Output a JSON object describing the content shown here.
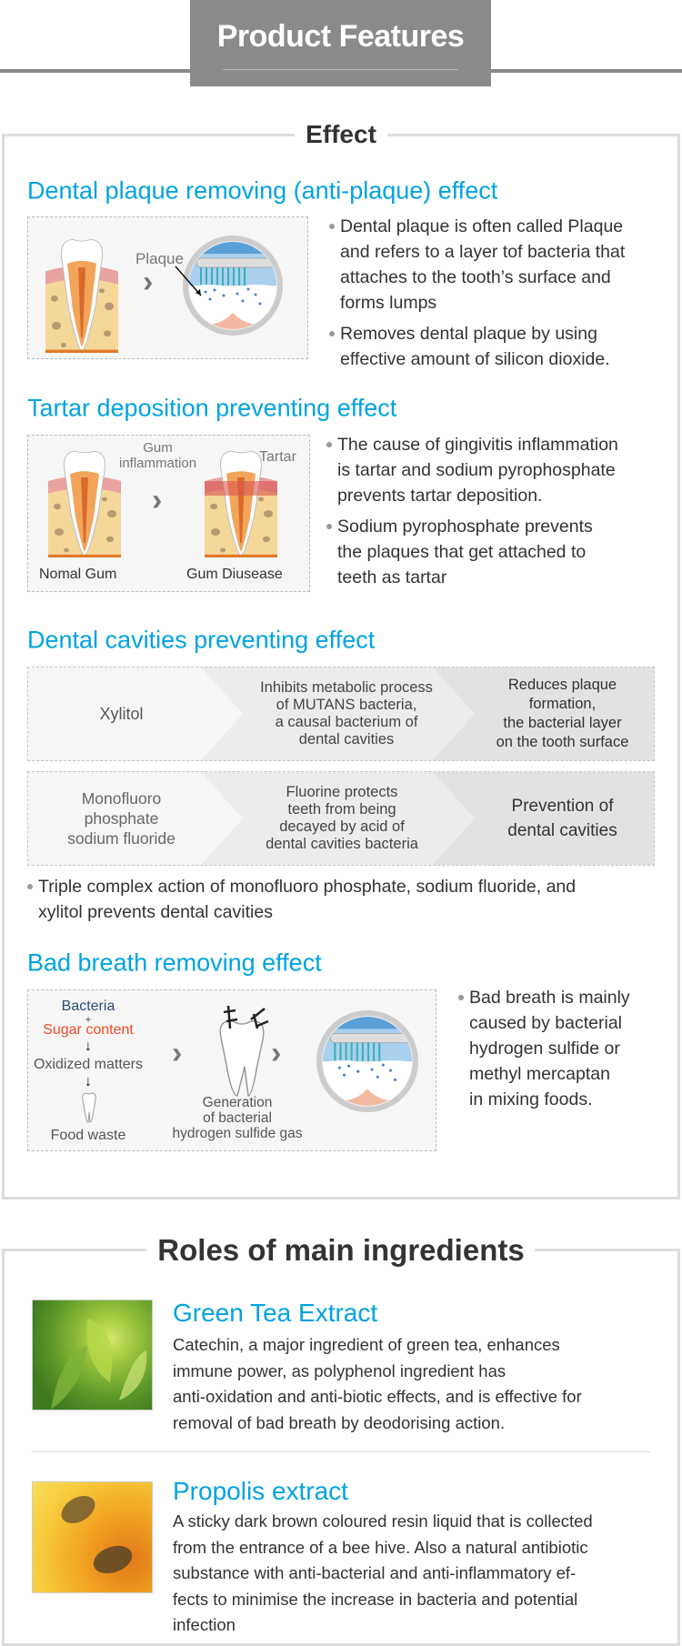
{
  "header": {
    "title": "Product Features"
  },
  "effect": {
    "title": "Effect",
    "plaque": {
      "heading": "Dental plaque removing (anti-plaque) effect",
      "label": "Plaque",
      "bullets": [
        [
          "Dental plaque is often called Plaque",
          "and refers to a layer tof bacteria that",
          "attaches to the tooth’s surface and",
          "forms lumps"
        ],
        [
          "Removes dental plaque by using",
          "effective amount of silicon dioxide."
        ]
      ]
    },
    "tartar": {
      "heading": "Tartar deposition preventing effect",
      "gum_label": [
        "Gum",
        "inflammation"
      ],
      "tartar_label": "Tartar",
      "normal": "Nomal Gum",
      "disease": "Gum Diusease",
      "bullets": [
        [
          "The cause of gingivitis inflammation",
          "is tartar and sodium pyrophosphate",
          "prevents tartar deposition."
        ],
        [
          "Sodium pyrophosphate prevents",
          "the plaques that get attached to",
          "teeth as tartar"
        ]
      ]
    },
    "cavities": {
      "heading": "Dental cavities preventing effect",
      "rows": [
        {
          "a": "Xylitol",
          "b": [
            "Inhibits metabolic process",
            "of MUTANS bacteria,",
            "a causal bacterium of",
            "dental cavities"
          ],
          "c": [
            "Reduces plaque",
            "formation,",
            "the bacterial layer",
            "on the tooth surface"
          ]
        },
        {
          "a": [
            "Monofluoro",
            "phosphate",
            "sodium fluoride"
          ],
          "b": [
            "Fluorine protects",
            "teeth from being",
            "decayed by acid of",
            "dental cavities bacteria"
          ],
          "c": [
            "Prevention of",
            "dental cavities"
          ]
        }
      ],
      "note": [
        "Triple complex action of monofluoro phosphate, sodium fluoride, and",
        "xylitol prevents dental cavities"
      ]
    },
    "breath": {
      "heading": "Bad breath removing effect",
      "bacteria": "Bacteria",
      "plus": "+",
      "sugar": "Sugar content",
      "oxidized": "Oxidized matters",
      "food": "Food waste",
      "gen": [
        "Generation",
        "of bacterial",
        "hydrogen sulfide gas"
      ],
      "bullet": [
        "Bad breath is mainly",
        "caused by bacterial",
        "hydrogen sulfide or",
        "methyl mercaptan",
        "in mixing foods."
      ]
    }
  },
  "roles": {
    "title": "Roles of main ingredients",
    "items": [
      {
        "name": "Green Tea Extract",
        "desc": [
          "Catechin, a major ingredient of green tea, enhances",
          "immune power, as polyphenol ingredient has",
          "anti-oxidation and anti-biotic effects, and is effective for",
          "removal of bad breath by deodorising action."
        ]
      },
      {
        "name": "Propolis extract",
        "desc": [
          "A sticky dark brown coloured resin liquid that is collected",
          "from the entrance of a bee hive. Also a natural antibiotic",
          "substance with anti-bacterial and anti-inflammatory ef-",
          "fects to minimise the increase in bacteria and potential",
          "infection"
        ]
      }
    ]
  },
  "colors": {
    "accent": "#00a3e0",
    "header_bg": "#8a8a8a",
    "sugar": "#f04a23"
  }
}
